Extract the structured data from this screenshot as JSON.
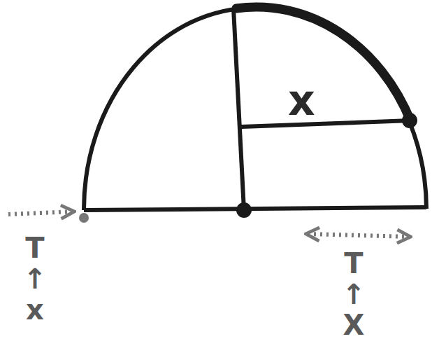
{
  "diagram": {
    "labels": [
      "x",
      "T↑x",
      "T↑X"
    ]
  }
}
